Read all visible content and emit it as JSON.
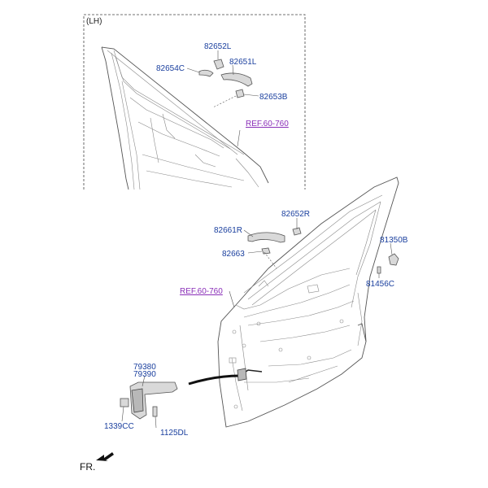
{
  "inset": {
    "label": "(LH)",
    "parts": {
      "p82652L": "82652L",
      "p82654C": "82654C",
      "p82651L": "82651L",
      "p82653B": "82653B"
    },
    "ref": "REF.60-760"
  },
  "main": {
    "parts": {
      "p82652R": "82652R",
      "p82661R": "82661R",
      "p82663": "82663",
      "p81350B": "81350B",
      "p81456C": "81456C",
      "p79380": "79380",
      "p79390": "79390",
      "p1339CC": "1339CC",
      "p1125DL": "1125DL"
    },
    "ref": "REF.60-760"
  },
  "direction": {
    "label": "FR."
  }
}
